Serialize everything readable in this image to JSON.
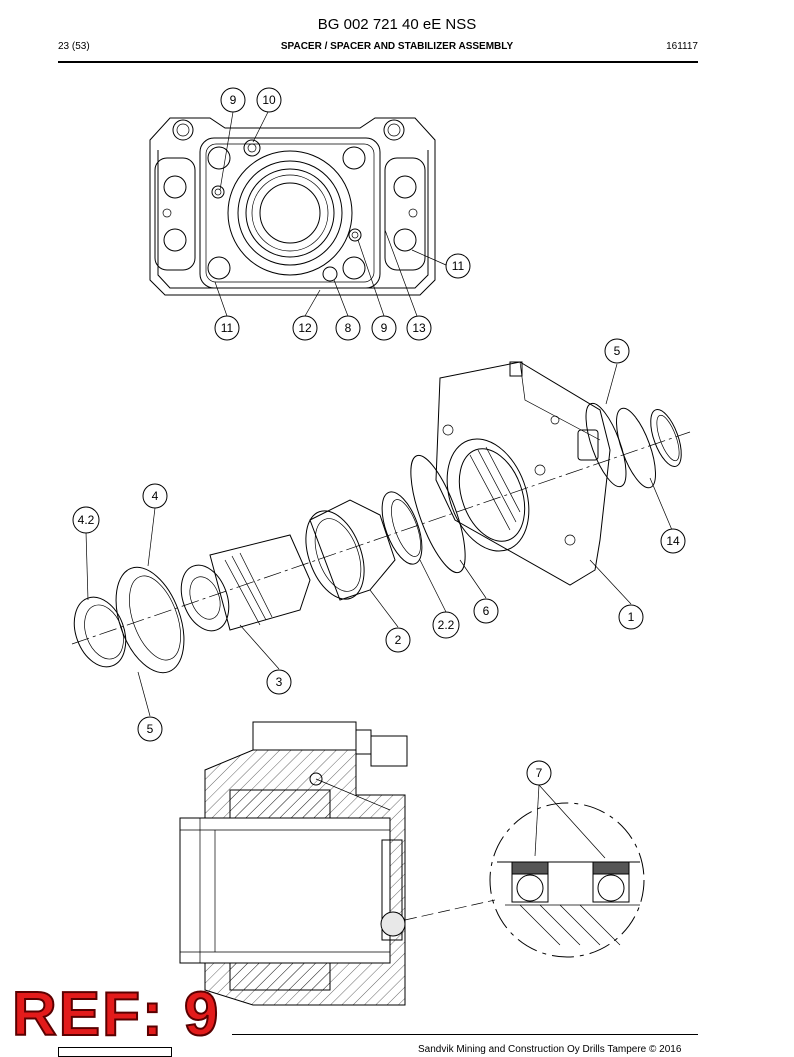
{
  "header": {
    "doc_title": "BG 002 721 40 eE NSS",
    "page_number": "23 (53)",
    "section_title": "SPACER / SPACER AND STABILIZER ASSEMBLY",
    "date_code": "161117"
  },
  "footer": {
    "company_text": "Sandvik Mining and Construction Oy Drills Tampere © 2016"
  },
  "stamp": {
    "text": "REF: 9"
  },
  "callouts": {
    "top_view": [
      "9",
      "10",
      "11",
      "11",
      "12",
      "8",
      "9",
      "13"
    ],
    "exploded_view": [
      "5",
      "4",
      "4.2",
      "14",
      "1",
      "6",
      "2.2",
      "2",
      "3",
      "5"
    ],
    "section_detail": [
      "7"
    ]
  }
}
